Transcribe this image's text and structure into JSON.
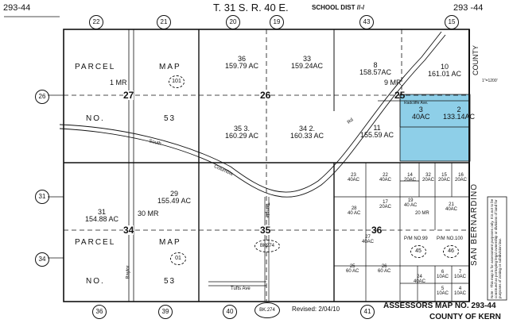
{
  "header": {
    "map_code_left": "293-44",
    "township": "T. 31 S. R. 40 E.",
    "school_dist": "SCHOOL DIST //-/",
    "map_code_right": "293 -44"
  },
  "top_sections": [
    "22",
    "21",
    "20",
    "19",
    "43",
    "15"
  ],
  "bottom_sections": [
    "36",
    "39",
    "40",
    "41"
  ],
  "left_sections": [
    "26",
    "31",
    "34"
  ],
  "county_label": "COUNTY",
  "san_bernardino": "SAN BERNARDINO",
  "parcel_map_labels": {
    "parcel": "PARCEL",
    "map": "MAP",
    "no": "NO.",
    "num_top": "53",
    "num_bottom": "53",
    "circle_top": "101",
    "circle_bottom": "01"
  },
  "section_numbers": {
    "s27": "27",
    "s26": "26",
    "s25": "25",
    "s34": "34",
    "s35": "35",
    "s36": "36"
  },
  "roads": {
    "south": "South",
    "columbia": "Columbia",
    "tufts": "Tufts Ave",
    "temple": "Temple",
    "baylor": "Baylor",
    "radcliffe": "Radcliffe Ave.",
    "rd": "Rd"
  },
  "parcels": [
    {
      "num": "1 MR",
      "area": ""
    },
    {
      "num": "36",
      "area": "159.79 AC"
    },
    {
      "num": "33",
      "area": "159.24AC"
    },
    {
      "num": "8",
      "area": "158.57AC"
    },
    {
      "num": "9 MR",
      "area": ""
    },
    {
      "num": "10",
      "area": "161.01 AC"
    },
    {
      "num": "35 3.",
      "area": "160.29 AC"
    },
    {
      "num": "34 2.",
      "area": "160.33 AC"
    },
    {
      "num": "11",
      "area": "155.59 AC"
    },
    {
      "num": "3",
      "area": "40AC"
    },
    {
      "num": "2",
      "area": "133.14AC"
    },
    {
      "num": "31",
      "area": "154.88 AC"
    },
    {
      "num": "30 MR",
      "area": ""
    },
    {
      "num": "29",
      "area": "155.49 AC"
    }
  ],
  "small_parcels": [
    {
      "num": "23",
      "area": "40AC"
    },
    {
      "num": "22",
      "area": "40AC"
    },
    {
      "num": "14",
      "area": "20AC"
    },
    {
      "num": "32",
      "area": "20AC"
    },
    {
      "num": "15",
      "area": "20AC"
    },
    {
      "num": "16",
      "area": "20AC"
    },
    {
      "num": "28",
      "area": "40 AC"
    },
    {
      "num": "17",
      "area": "20AC"
    },
    {
      "num": "19",
      "area": "40 AC"
    },
    {
      "num": "20 MR",
      "area": ""
    },
    {
      "num": "21",
      "area": "40AC"
    },
    {
      "num": "27",
      "area": "40AC"
    },
    {
      "num": "25",
      "area": "60 AC"
    },
    {
      "num": "26",
      "area": "60 AC"
    },
    {
      "num": "24",
      "area": "40AC"
    },
    {
      "num": "6",
      "area": "10AC"
    },
    {
      "num": "7",
      "area": "10AC"
    },
    {
      "num": "5",
      "area": "10AC"
    },
    {
      "num": "4",
      "area": "10AC"
    }
  ],
  "pm": {
    "pm99": "P/M NO.99",
    "pm100": "P/M NO.100",
    "c45": "45",
    "c46": "46"
  },
  "bk274_mid": "BK274",
  "bk274_bottom": "BK.274",
  "revised": "Revised: 2/04/10",
  "footer": {
    "assessor": "ASSESSORS MAP NO. 293-44",
    "county": "COUNTY OF KERN"
  },
  "scale": "1\"=1200'",
  "note": "Note - This map is for assessment purposes only. It is not to be construed as portraying legal ownership or divisions of land for purposes of zoning or subdivision law.",
  "highlight_color": "#8ecfe8"
}
